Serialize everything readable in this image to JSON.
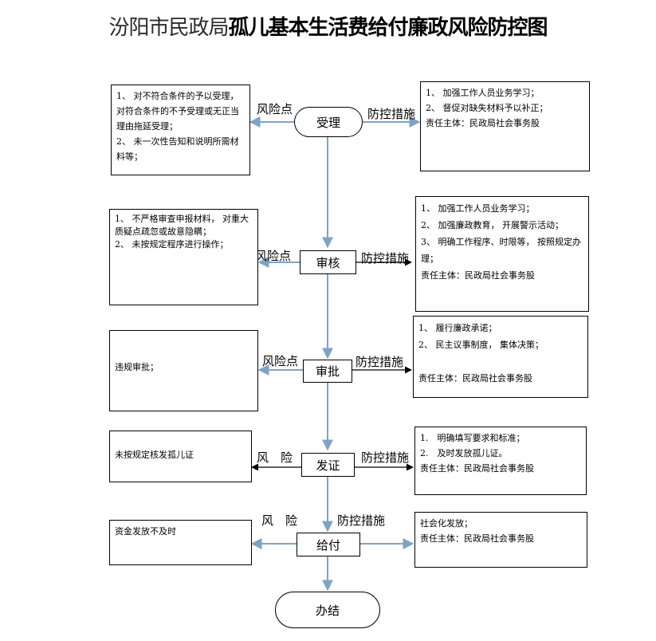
{
  "title": {
    "prefix": "汾阳市民政局",
    "main": "孤儿基本生活费给付廉政风险防控图"
  },
  "colors": {
    "arrow": "#7fa3c7",
    "border": "#000000"
  },
  "nodes": {
    "accept": "受理",
    "review": "审核",
    "approve": "审批",
    "issue": "发证",
    "pay": "给付",
    "finish": "办结"
  },
  "labels": {
    "accept_risk": "风险点",
    "accept_control": "防控措施",
    "review_risk": "风险点",
    "review_control": "防控措施",
    "approve_risk": "风险点",
    "approve_control": "防控措施",
    "issue_risk": "风　险",
    "issue_control": "防控措施",
    "pay_risk": "风　险",
    "pay_control": "防控措施"
  },
  "risks": {
    "accept": [
      "1、 对不符合条件的予以受理，对符合条件的不予受理或无正当理由拖延受理；",
      "2、 未一次性告知和说明所需材料等；"
    ],
    "review": [
      "1、 不严格审查申报材料， 对重大质疑点疏忽或故意隐瞒；",
      "2、 未按规定程序进行操作；"
    ],
    "approve": [
      "违规审批；"
    ],
    "issue": [
      "未按规定核发孤儿证"
    ],
    "pay": [
      "资金发放不及时"
    ]
  },
  "controls": {
    "accept": [
      "1、 加强工作人员业务学习；",
      "2、 督促对缺失材料予以补正；",
      "责任主体：民政局社会事务股"
    ],
    "review": [
      "1、 加强工作人员业务学习；",
      "2、 加强廉政教育， 开展警示活动；",
      "3、 明确工作程序、时限等， 按照规定办理；",
      "责任主体：民政局社会事务股"
    ],
    "approve": [
      "1、 履行廉政承诺；",
      "2、 民主议事制度， 集体决策；",
      "",
      "责任主体：民政局社会事务股"
    ],
    "issue": [
      "1.　明确填写要求和标准；",
      "2.　及时发放孤儿证。",
      "责任主体：民政局社会事务股"
    ],
    "pay": [
      "社会化发放；",
      "责任主体：民政局社会事务股"
    ]
  }
}
